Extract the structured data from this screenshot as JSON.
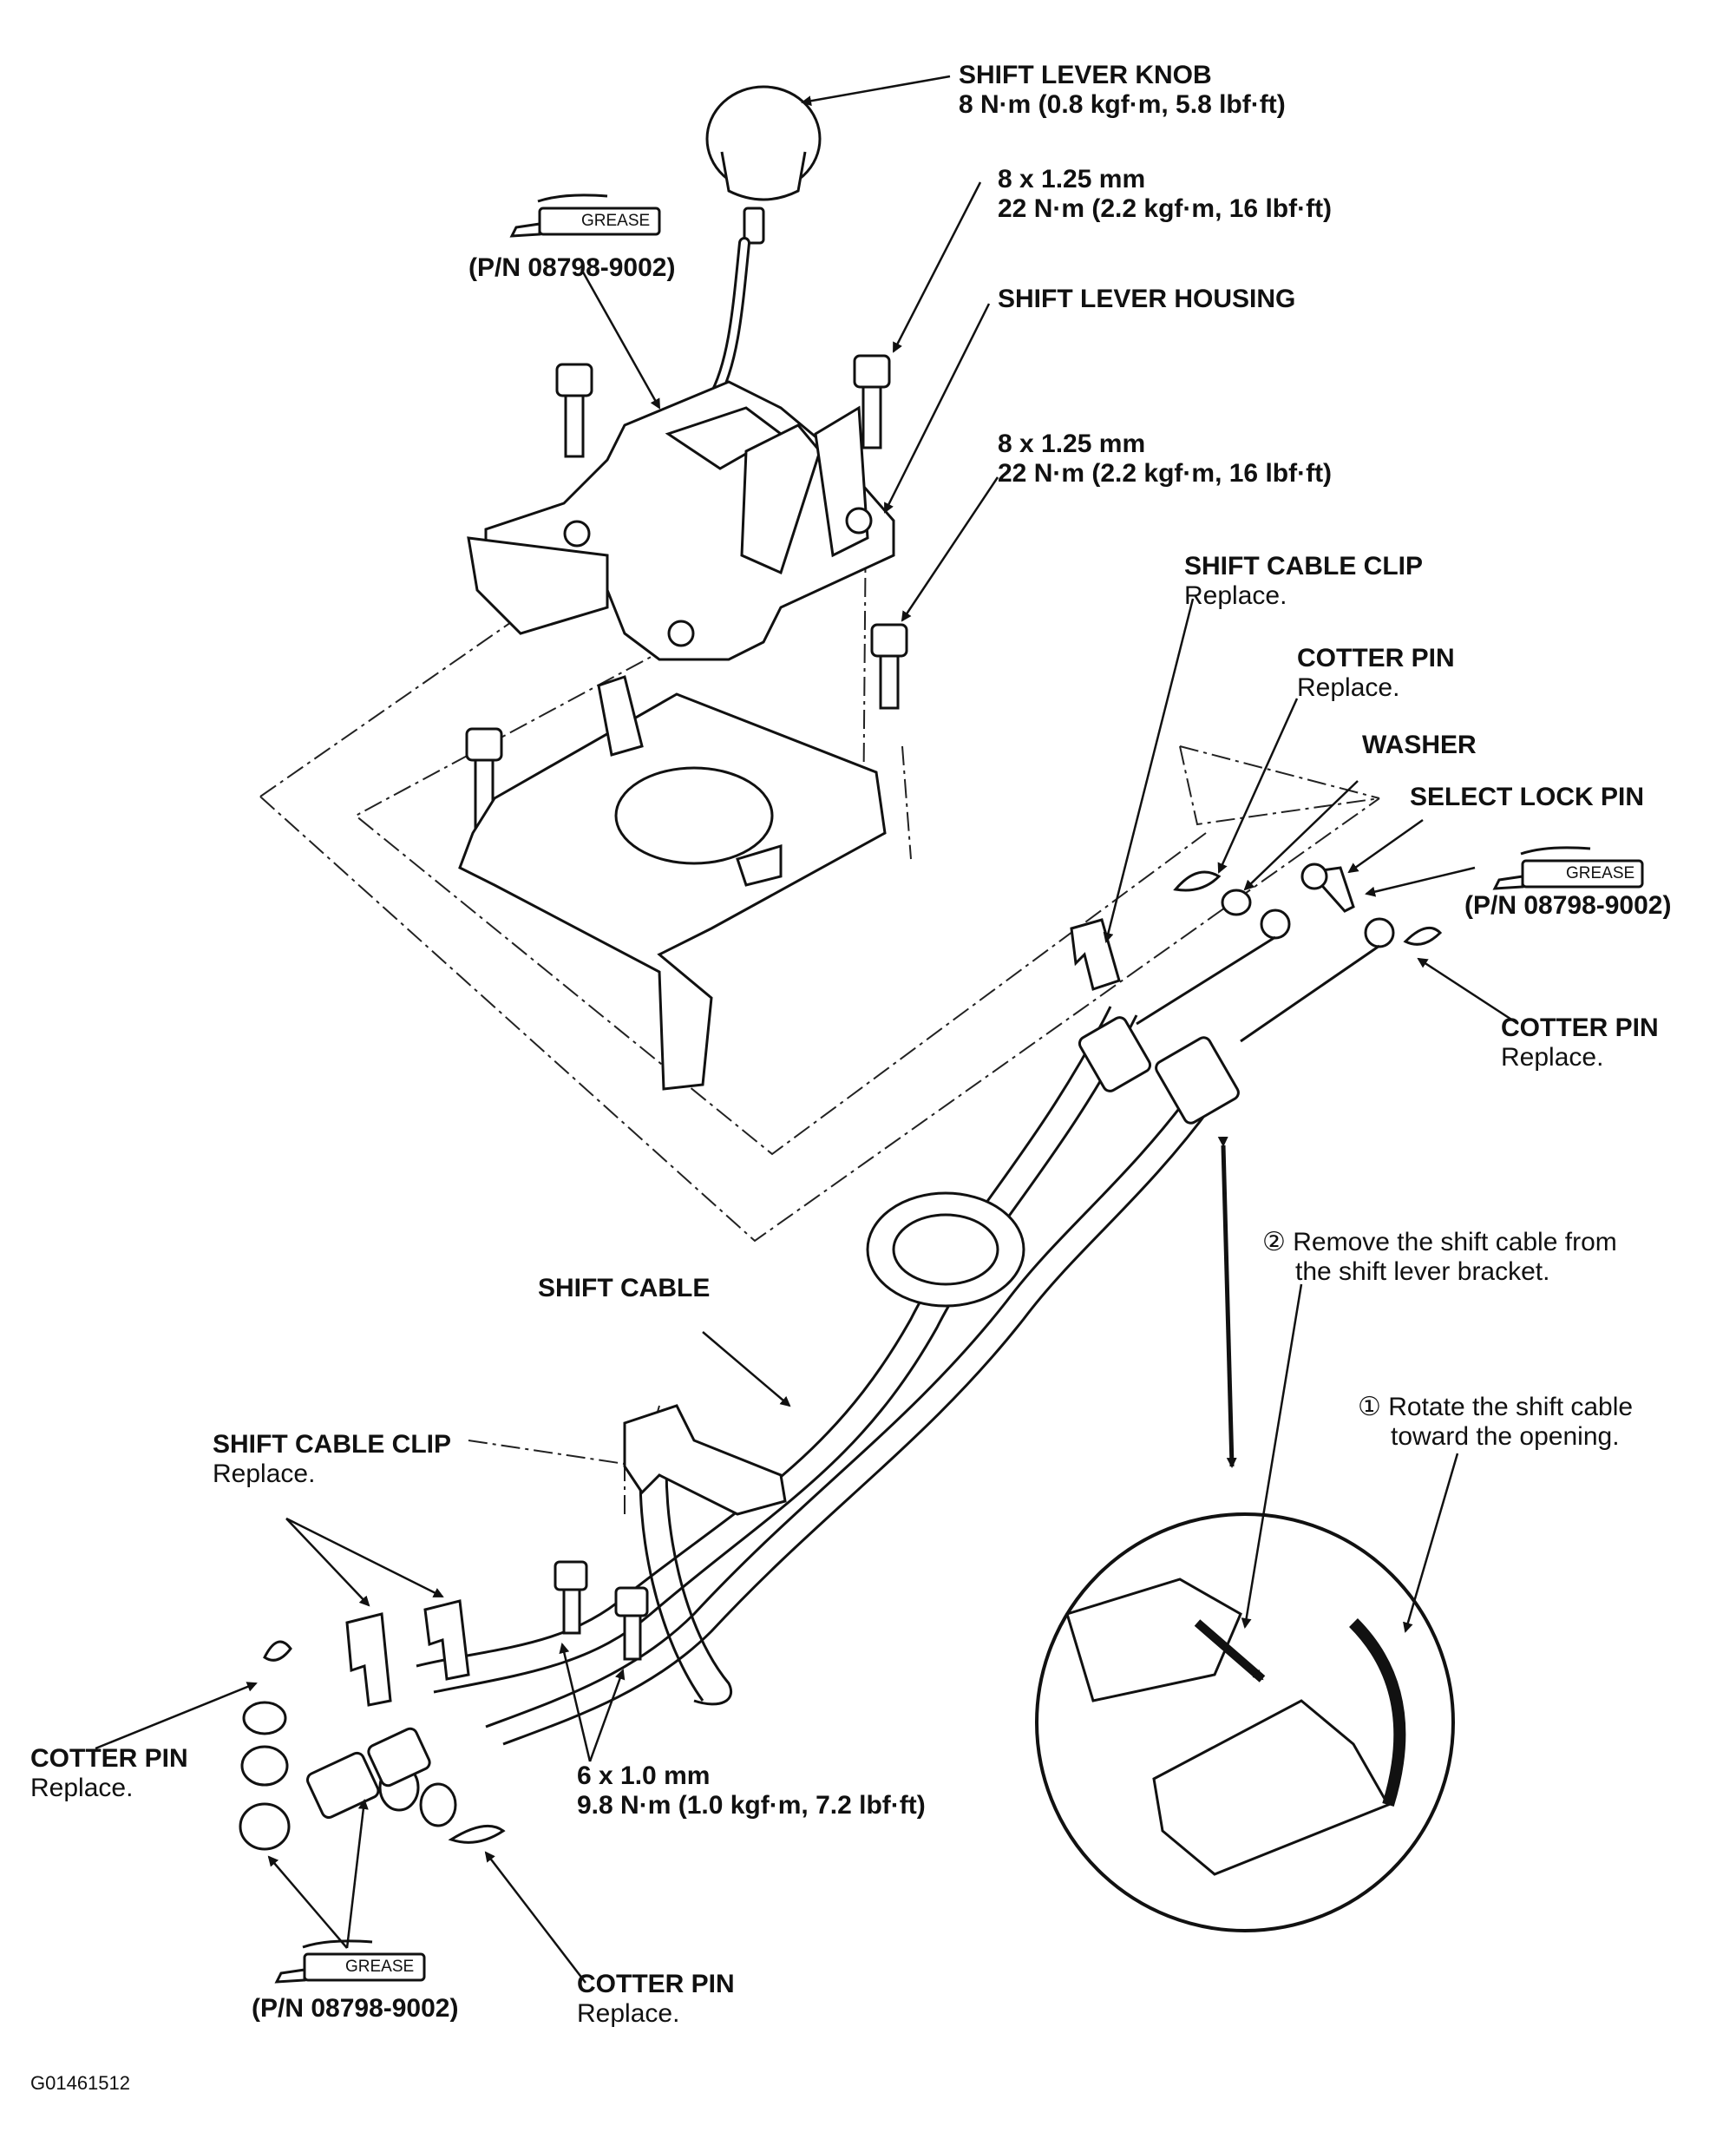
{
  "figure_id": "G01461512",
  "grease_tag": "GREASE",
  "labels": {
    "shift_lever_knob": {
      "title": "SHIFT LEVER KNOB",
      "spec": "8 N·m (0.8 kgf·m, 5.8 lbf·ft)"
    },
    "bolt_upper": {
      "size": "8 x 1.25 mm",
      "torque": "22 N·m (2.2 kgf·m, 16 lbf·ft)"
    },
    "shift_lever_housing": {
      "title": "SHIFT LEVER HOUSING"
    },
    "bolt_lower": {
      "size": "8 x 1.25 mm",
      "torque": "22 N·m (2.2 kgf·m, 16 lbf·ft)"
    },
    "grease_top": {
      "part_number": "(P/N 08798-9002)"
    },
    "shift_cable_clip_upper": {
      "title": "SHIFT CABLE CLIP",
      "note": "Replace."
    },
    "cotter_pin_upper": {
      "title": "COTTER PIN",
      "note": "Replace."
    },
    "washer": {
      "title": "WASHER"
    },
    "select_lock_pin": {
      "title": "SELECT LOCK PIN"
    },
    "grease_right": {
      "part_number": "(P/N 08798-9002)"
    },
    "cotter_pin_right": {
      "title": "COTTER PIN",
      "note": "Replace."
    },
    "step2": {
      "marker": "②",
      "line1": "Remove the shift cable from",
      "line2": "the shift lever bracket."
    },
    "shift_cable": {
      "title": "SHIFT CABLE"
    },
    "step1": {
      "marker": "①",
      "line1": "Rotate the shift cable",
      "line2": "toward the opening."
    },
    "shift_cable_clip_lower": {
      "title": "SHIFT CABLE CLIP",
      "note": "Replace."
    },
    "cotter_pin_left": {
      "title": "COTTER PIN",
      "note": "Replace."
    },
    "bolt_small": {
      "size": "6 x 1.0 mm",
      "torque": "9.8 N·m (1.0 kgf·m, 7.2 lbf·ft)"
    },
    "cotter_pin_bottom": {
      "title": "COTTER PIN",
      "note": "Replace."
    },
    "grease_bottom": {
      "part_number": "(P/N 08798-9002)"
    }
  }
}
